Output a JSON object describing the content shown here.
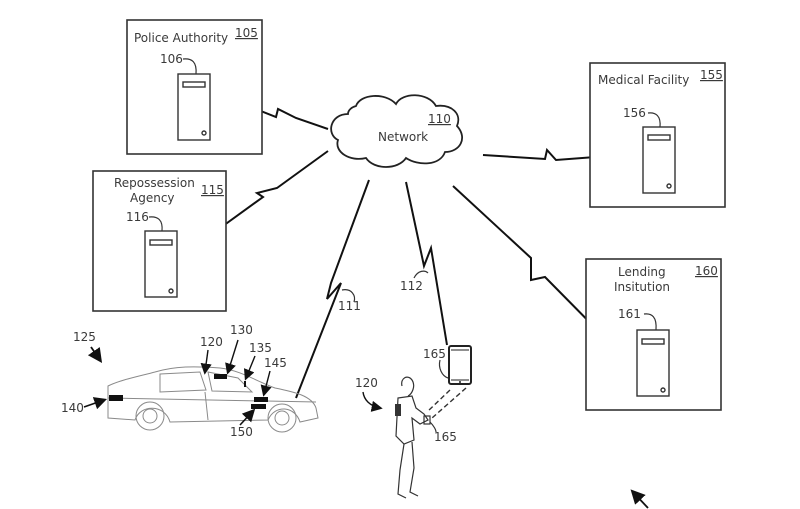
{
  "diagram": {
    "title": "",
    "network": {
      "label": "Network",
      "ref": "110"
    },
    "entities": [
      {
        "id": "police",
        "label_lines": [
          "Police Authority"
        ],
        "ref": "105",
        "server_ref": "106"
      },
      {
        "id": "repo",
        "label_lines": [
          "Repossession",
          "Agency"
        ],
        "ref": "115",
        "server_ref": "116"
      },
      {
        "id": "medical",
        "label_lines": [
          "Medical Facility"
        ],
        "ref": "155",
        "server_ref": "156"
      },
      {
        "id": "lending",
        "label_lines": [
          "Lending",
          "Insitution"
        ],
        "ref": "160",
        "server_ref": "161"
      }
    ],
    "links": [
      {
        "id": "vehicle-link",
        "ref": "111"
      },
      {
        "id": "mobile-link",
        "ref": "112"
      }
    ],
    "vehicle": {
      "ref": "125",
      "components": [
        "120",
        "130",
        "135",
        "145",
        "140",
        "150"
      ]
    },
    "user": {
      "ref": "120",
      "device_ref_top": "165",
      "device_ref_hand": "165"
    }
  }
}
